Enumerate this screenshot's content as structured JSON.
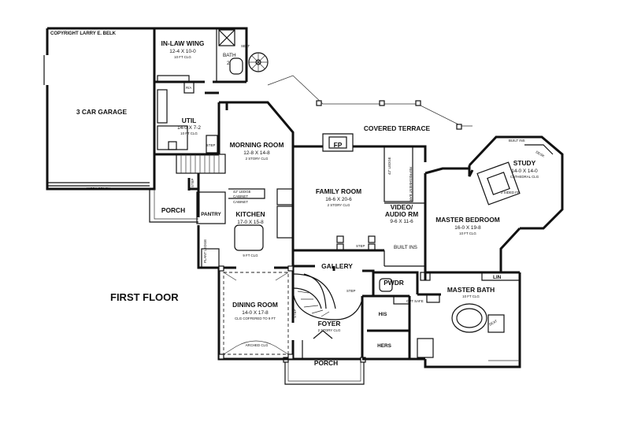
{
  "copyright": "COPYRIGHT LARRY E. BELK",
  "floor_label": "FIRST FLOOR",
  "rooms": {
    "garage": {
      "name": "3 CAR GARAGE",
      "note": "WORK BENCH"
    },
    "inlaw": {
      "name": "IN-LAW WING",
      "dims": "12-4 X 10-0",
      "clg": "10 FT CLG"
    },
    "bath2": {
      "name": "BATH",
      "num": "2"
    },
    "util": {
      "name": "UTIL",
      "dims": "14-0 X 7-2",
      "clg": "10 FT CLG"
    },
    "morning": {
      "name": "MORNING ROOM",
      "dims": "12-8 X 14-8",
      "clg": "2 STORY CLG"
    },
    "terrace": {
      "name": "COVERED TERRACE"
    },
    "family": {
      "name": "FAMILY ROOM",
      "dims": "16-6 X 20-6",
      "clg": "2 STORY CLG"
    },
    "video": {
      "line1": "VIDEO/",
      "line2": "AUDIO RM",
      "dims": "9-6 X 11-6"
    },
    "study": {
      "name": "STUDY",
      "dims": "14-0 X 14-0",
      "clg": "CATHEDRAL CLG"
    },
    "master_bed": {
      "name": "MASTER BEDROOM",
      "dims": "16-0 X 19-8",
      "clg": "10 FT CLG"
    },
    "porch_side": {
      "name": "PORCH"
    },
    "pantry": {
      "name": "PANTRY"
    },
    "kitchen": {
      "name": "KITCHEN",
      "dims": "17-0 X 15-8",
      "clg": "9 FT CLG"
    },
    "gallery": {
      "name": "GALLERY"
    },
    "pwdr": {
      "name": "PWDR"
    },
    "master_bath": {
      "name": "MASTER BATH",
      "clg": "10 FT CLG"
    },
    "dining": {
      "name": "DINING ROOM",
      "dims": "14-0 X 17-8",
      "clg": "CLG COFFERED TO 9 FT",
      "note": "ARCHED CLG"
    },
    "foyer": {
      "name": "FOYER",
      "clg": "2 STORY CLG"
    },
    "his": {
      "name": "HIS"
    },
    "hers": {
      "name": "HERS"
    },
    "porch_front": {
      "name": "PORCH"
    }
  },
  "fixtures": {
    "fp": "FP",
    "fp_study": "2 SIDED FP",
    "refreshment": "REFRESHMENT BAR",
    "ledge": "42\" LEDGE",
    "cabinet1": "CABINET",
    "cabinet2": "CABINET",
    "built_ins": "BUILT INS",
    "built_ins_study": "BUILT INS",
    "lin": "LIN",
    "step": "STEP",
    "ra": "R/A",
    "seat": "SEAT",
    "desk": "DESK",
    "safe": "OPT SAFE",
    "plant_ledge": "PLANT LEDGE",
    "seat2": "SEAT"
  }
}
